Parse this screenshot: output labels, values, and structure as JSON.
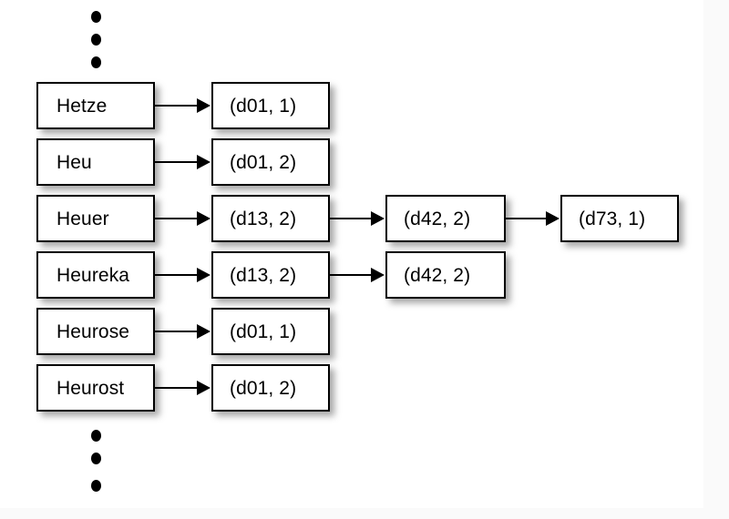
{
  "figure": {
    "title": "Inverted index posting list diagram",
    "background_color": "#fafafa",
    "paper_color": "#ffffff",
    "line_color": "#000000"
  },
  "ellipsis_top": {
    "name": "vertical-ellipsis-top",
    "dots": [
      "dot",
      "dot",
      "dot"
    ]
  },
  "ellipsis_bottom": {
    "name": "vertical-ellipsis-bottom",
    "dots": [
      "dot",
      "dot",
      "dot"
    ]
  },
  "columns": {
    "terms": {
      "label": "dictionary-terms",
      "items": [
        {
          "text": "Hetze"
        },
        {
          "text": "Heu"
        },
        {
          "text": "Heuer"
        },
        {
          "text": "Heureka"
        },
        {
          "text": "Heurose"
        },
        {
          "text": "Heurost"
        }
      ]
    },
    "postings_1": {
      "label": "first-posting",
      "items": [
        {
          "text": "(d01, 1)"
        },
        {
          "text": "(d01, 2)"
        },
        {
          "text": "(d13, 2)"
        },
        {
          "text": "(d13, 2)"
        },
        {
          "text": "(d01, 1)"
        },
        {
          "text": "(d01, 2)"
        }
      ]
    },
    "postings_2": {
      "label": "second-posting",
      "items": [
        {
          "text": "(d42, 2)",
          "row": 3
        },
        {
          "text": "(d42, 2)",
          "row": 4
        }
      ]
    },
    "postings_3": {
      "label": "third-posting",
      "items": [
        {
          "text": "(d73, 1)",
          "row": 3
        }
      ]
    }
  },
  "edges": [
    {
      "from": "term-0",
      "to": "posting1-0"
    },
    {
      "from": "term-1",
      "to": "posting1-1"
    },
    {
      "from": "term-2",
      "to": "posting1-2"
    },
    {
      "from": "term-3",
      "to": "posting1-3"
    },
    {
      "from": "term-4",
      "to": "posting1-4"
    },
    {
      "from": "term-5",
      "to": "posting1-5"
    },
    {
      "from": "posting1-2",
      "to": "posting2-0"
    },
    {
      "from": "posting1-3",
      "to": "posting2-1"
    },
    {
      "from": "posting2-0",
      "to": "posting3-0"
    }
  ]
}
